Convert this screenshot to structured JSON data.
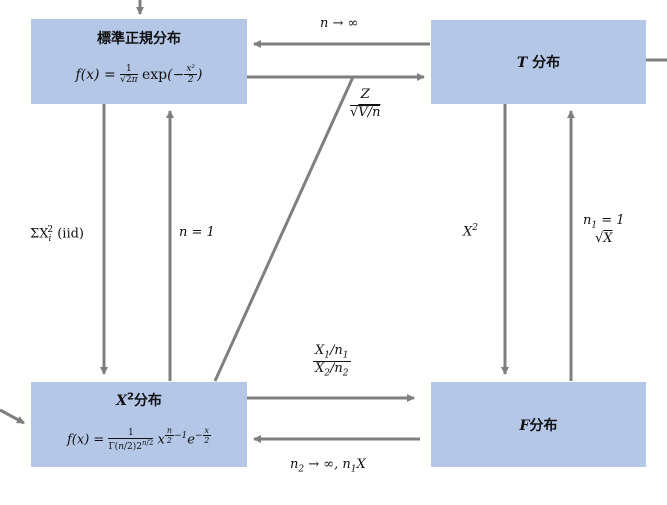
{
  "nodes": {
    "normal": {
      "title": "標準正規分布",
      "formula": "f(x) = (1/√(2π)) exp(−x²/2)"
    },
    "t": {
      "title": "T 分布",
      "title_var": "T",
      "title_suffix": " 分布"
    },
    "chi2": {
      "title": "X² 分布",
      "title_var": "X",
      "title_sup": "2",
      "title_suffix": "分布",
      "formula": "f(x) = 1/(Γ(n/2)2^(n/2)) x^(n/2−1) e^(−x/2)"
    },
    "f": {
      "title": "F分布",
      "title_var": "F",
      "title_suffix": "分布"
    }
  },
  "edges": {
    "t_to_normal": "n → ∞",
    "normal_to_t": "Z / √(V/n)",
    "normal_to_chi2": "ΣX_i² (iid)",
    "chi2_to_normal": "n = 1",
    "t_to_f": "X²",
    "f_to_t": "n₁ = 1, √X",
    "chi2_to_f": "(X₁/n₁)/(X₂/n₂)",
    "f_to_chi2": "n₂ → ∞, n₁X"
  },
  "colors": {
    "node_fill": "#b4c7e7",
    "arrow": "#7f7f7f"
  }
}
